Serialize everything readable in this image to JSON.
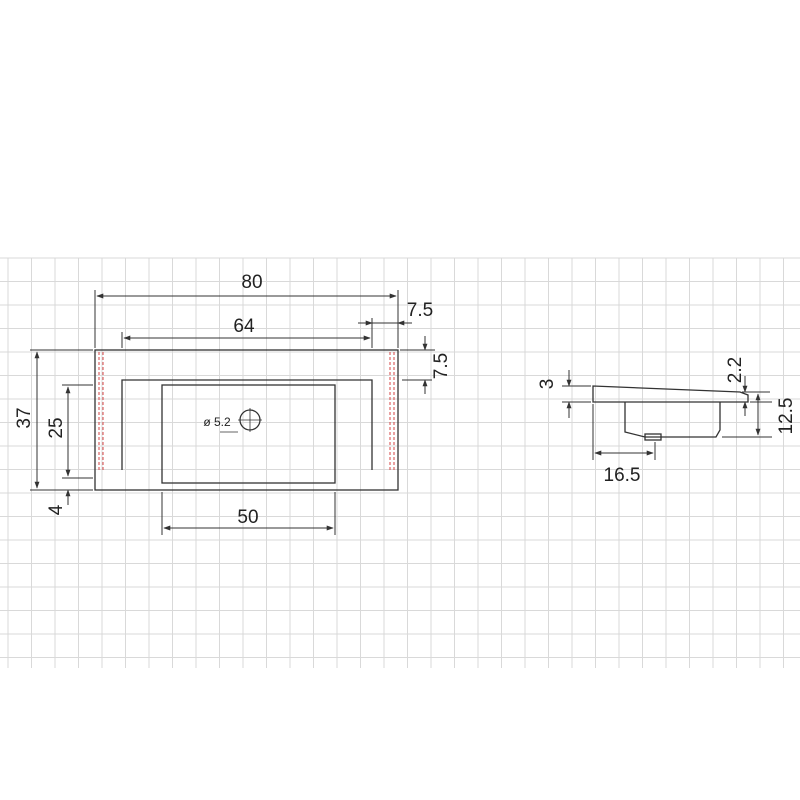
{
  "drawing": {
    "grid_color": "#d9d9d9",
    "line_color": "#333333",
    "hidden_line_color": "#d64545",
    "front_view": {
      "overall_width": "80",
      "inner_width": "64",
      "side_offset": "7.5",
      "top_offset": "7.5",
      "overall_depth": "37",
      "basin_depth": "25",
      "bottom_offset": "4",
      "basin_width": "50",
      "drain_diameter": "ø 5.2"
    },
    "side_view": {
      "slab_thickness": "3",
      "rim_height": "2.2",
      "total_height": "12.5",
      "back_offset": "16.5"
    }
  }
}
